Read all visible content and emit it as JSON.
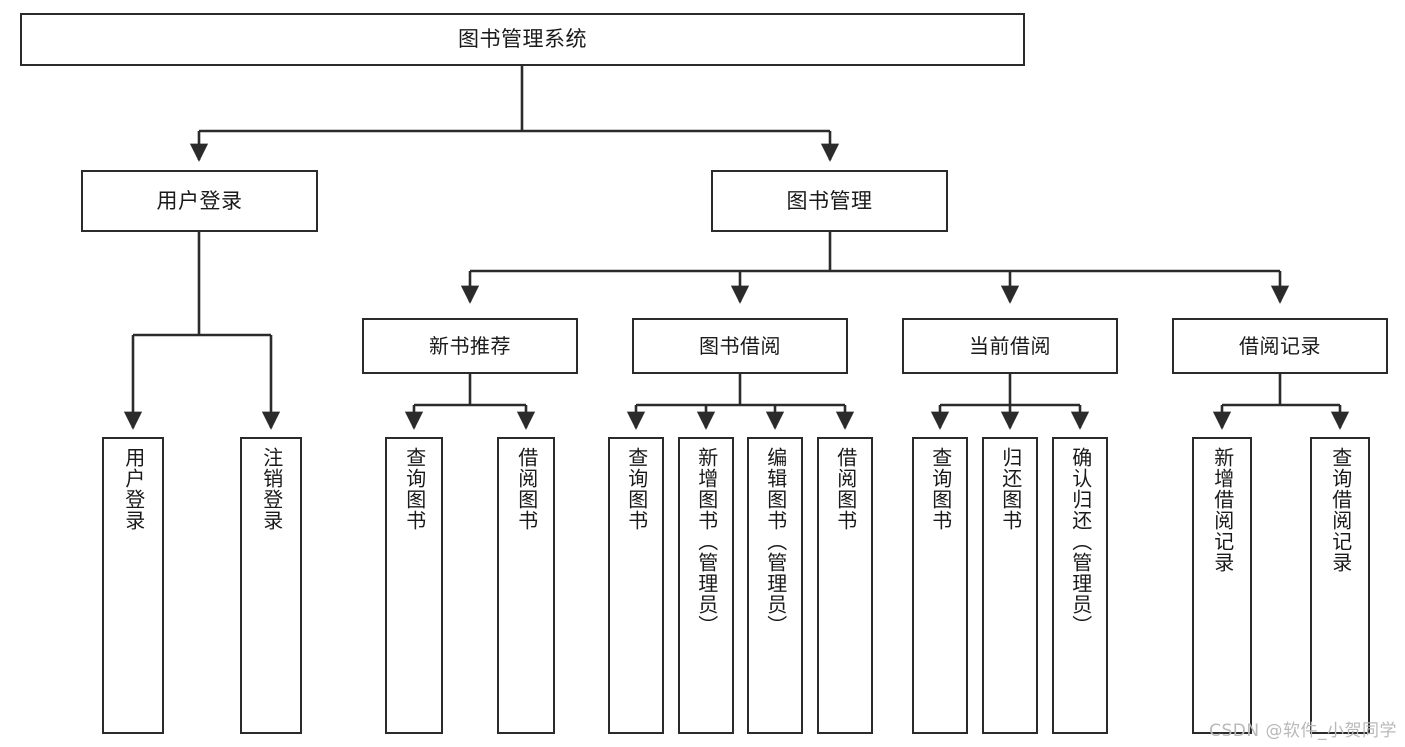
{
  "diagram": {
    "type": "tree-hierarchy",
    "title": "图书管理系统",
    "watermark": "CSDN @软件_小贺同学",
    "colors": {
      "box_border": "#2b2b2b",
      "box_fill": "#ffffff",
      "connector": "#2b2b2b",
      "text": "#1a1a1a",
      "watermark": "#b9b9b9",
      "background": "#ffffff"
    },
    "nodes": {
      "root": {
        "label": "图书管理系统"
      },
      "level2": [
        {
          "id": "user-login",
          "label": "用户登录"
        },
        {
          "id": "book-manage",
          "label": "图书管理"
        }
      ],
      "level3": [
        {
          "id": "new-book-recommend",
          "label": "新书推荐"
        },
        {
          "id": "book-borrow",
          "label": "图书借阅"
        },
        {
          "id": "current-borrow",
          "label": "当前借阅"
        },
        {
          "id": "borrow-record",
          "label": "借阅记录"
        }
      ],
      "leaves": {
        "user_login": [
          {
            "id": "leaf-user-login",
            "label": "用户登录"
          },
          {
            "id": "leaf-logout-login",
            "label": "注销登录"
          }
        ],
        "new_book_recommend": [
          {
            "id": "leaf-query-book-1",
            "label": "查询图书"
          },
          {
            "id": "leaf-borrow-book-1",
            "label": "借阅图书"
          }
        ],
        "book_borrow": [
          {
            "id": "leaf-query-book-2",
            "label": "查询图书"
          },
          {
            "id": "leaf-add-book",
            "label": "新增图书（管理员）"
          },
          {
            "id": "leaf-edit-book",
            "label": "编辑图书（管理员）"
          },
          {
            "id": "leaf-borrow-book-2",
            "label": "借阅图书"
          }
        ],
        "current_borrow": [
          {
            "id": "leaf-query-book-3",
            "label": "查询图书"
          },
          {
            "id": "leaf-return-book",
            "label": "归还图书"
          },
          {
            "id": "leaf-confirm-return",
            "label": "确认归还（管理员）"
          }
        ],
        "borrow_record": [
          {
            "id": "leaf-add-record",
            "label": "新增借阅记录"
          },
          {
            "id": "leaf-query-record",
            "label": "查询借阅记录"
          }
        ]
      }
    }
  }
}
